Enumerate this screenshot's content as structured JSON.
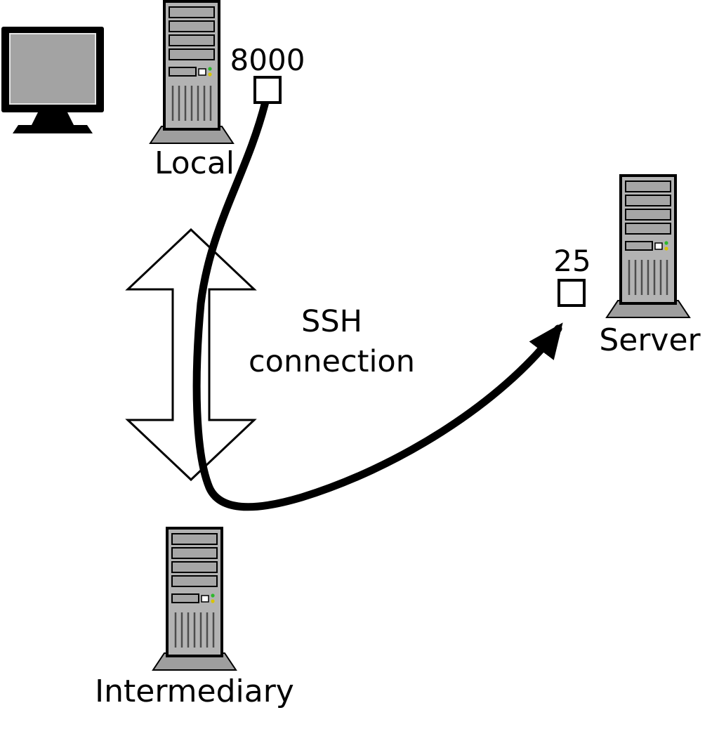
{
  "nodes": {
    "local": {
      "label": "Local",
      "port": "8000"
    },
    "server": {
      "label": "Server",
      "port": "25"
    },
    "intermediary": {
      "label": "Intermediary"
    }
  },
  "connection": {
    "line1": "SSH",
    "line2": "connection"
  },
  "icons": {
    "monitor": "monitor-icon",
    "local_tower": "computer-tower-icon",
    "server_tower": "computer-tower-icon",
    "intermediary_tower": "computer-tower-icon",
    "double_arrow": "bidirectional-arrow-icon",
    "tunnel": "ssh-tunnel-curve-arrow"
  },
  "colors": {
    "background": "#ffffff",
    "outline": "#000000",
    "tower_body": "#b3b3b3",
    "tower_bay": "#a6a6a6",
    "tower_base": "#9e9e9e",
    "monitor_screen": "#a3a3a3",
    "led_green": "#2db82d",
    "led_yellow": "#d9c400",
    "arrow_fill": "#ffffff",
    "curve": "#000000"
  }
}
